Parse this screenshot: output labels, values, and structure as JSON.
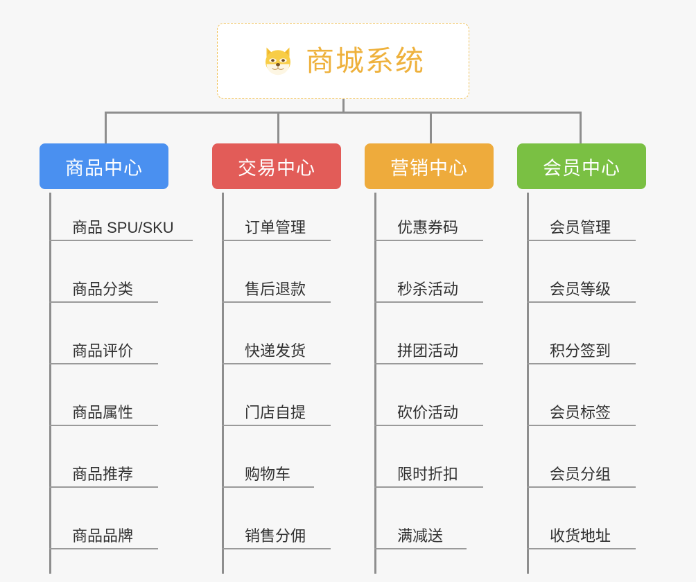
{
  "background_color": "#f7f7f7",
  "root": {
    "icon": "shiba-dog-icon",
    "title": "商城系统",
    "title_color": "#eeb13c",
    "border_color": "#f0c158",
    "card_color": "#ffffff"
  },
  "connector_color": "#8e8e8e",
  "columns": [
    {
      "id": "product-center",
      "header": "商品中心",
      "color": "#4a90f0",
      "items": [
        "商品 SPU/SKU",
        "商品分类",
        "商品评价",
        "商品属性",
        "商品推荐",
        "商品品牌"
      ]
    },
    {
      "id": "trade-center",
      "header": "交易中心",
      "color": "#e25c58",
      "items": [
        "订单管理",
        "售后退款",
        "快递发货",
        "门店自提",
        "购物车",
        "销售分佣"
      ]
    },
    {
      "id": "marketing-center",
      "header": "营销中心",
      "color": "#eeab3c",
      "items": [
        "优惠券码",
        "秒杀活动",
        "拼团活动",
        "砍价活动",
        "限时折扣",
        "满减送"
      ]
    },
    {
      "id": "member-center",
      "header": "会员中心",
      "color": "#7ac043",
      "items": [
        "会员管理",
        "会员等级",
        "积分签到",
        "会员标签",
        "会员分组",
        "收货地址"
      ]
    }
  ]
}
